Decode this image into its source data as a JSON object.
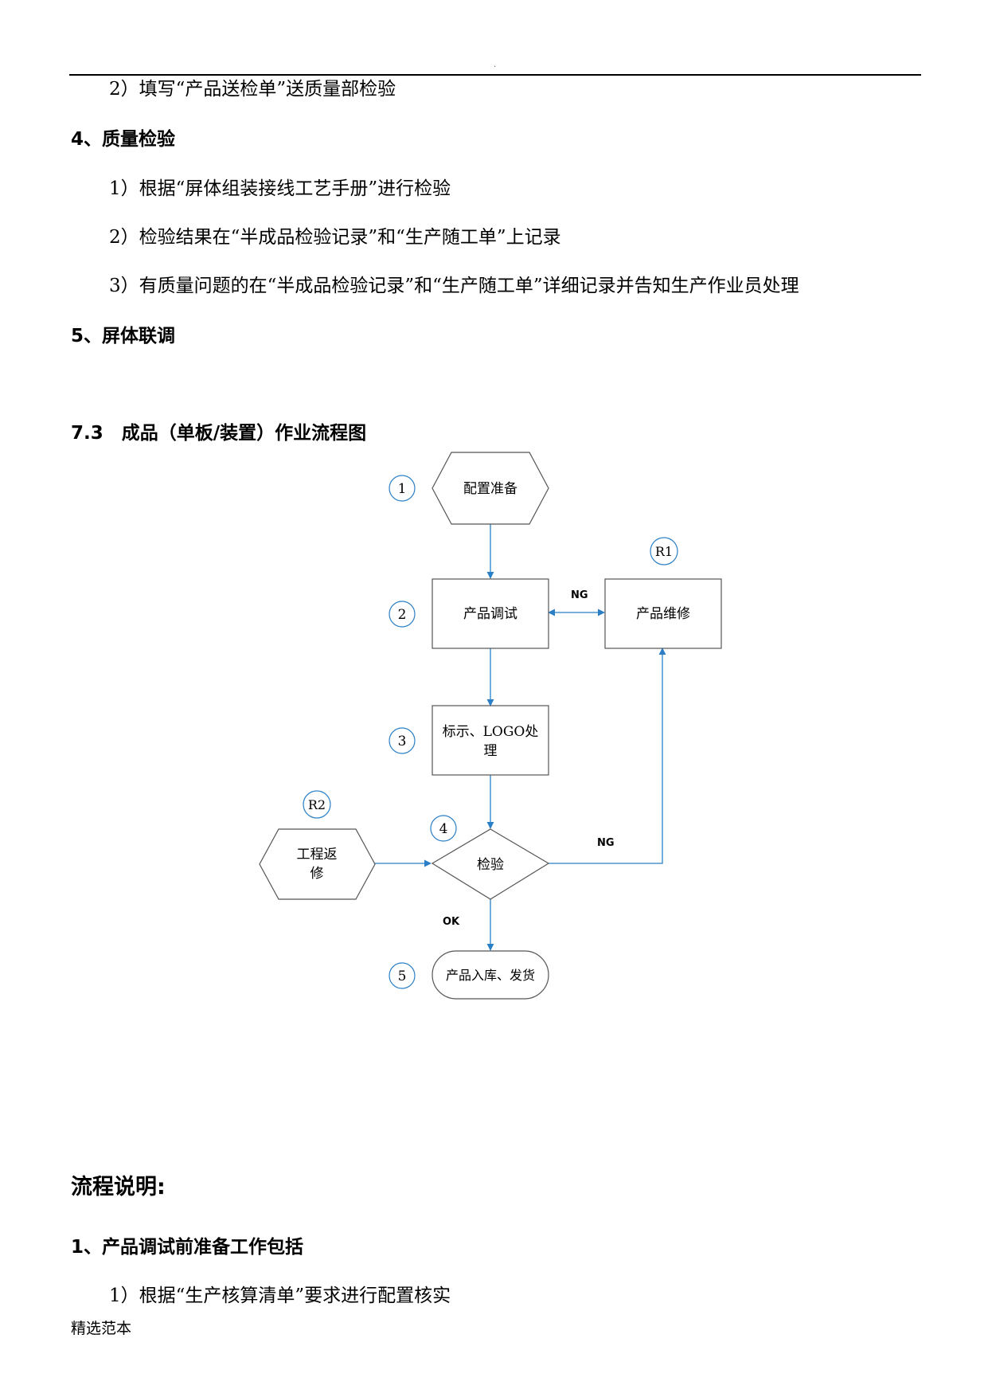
{
  "header": {
    "marker": "."
  },
  "body_top": {
    "line1": "2）填写“产品送检单”送质量部检验",
    "heading4": "4、质量检验",
    "line2": "1）根据“屏体组装接线工艺手册”进行检验",
    "line3": "2）检验结果在“半成品检验记录”和“生产随工单”上记录",
    "line4": "3）有质量问题的在“半成品检验记录”和“生产随工单”详细记录并告知生产作业员处理",
    "heading5": "5、屏体联调"
  },
  "section_title": "7.3　成品（单板/装置）作业流程图",
  "flowchart": {
    "nodes": {
      "n1": "配置准备",
      "n2": "产品调试",
      "r1": "产品维修",
      "n3_line1": "标示、LOGO处",
      "n3_line2": "理",
      "n4": "检验",
      "r2_line1": "工程返",
      "r2_line2": "修",
      "n5": "产品入库、发货"
    },
    "markers": {
      "m1": "1",
      "m2": "2",
      "m3": "3",
      "m4": "4",
      "m5": "5",
      "r1": "R1",
      "r2": "R2"
    },
    "edge_labels": {
      "ng_top": "NG",
      "ng_right": "NG",
      "ok": "OK"
    },
    "colors": {
      "edge": "#2a7fc6",
      "node_stroke": "#555555"
    }
  },
  "process": {
    "title": "流程说明:",
    "heading1": "1、产品调试前准备工作包括",
    "line1": "1）根据“生产核算清单”要求进行配置核实"
  },
  "footer": {
    "text": "精选范本"
  }
}
